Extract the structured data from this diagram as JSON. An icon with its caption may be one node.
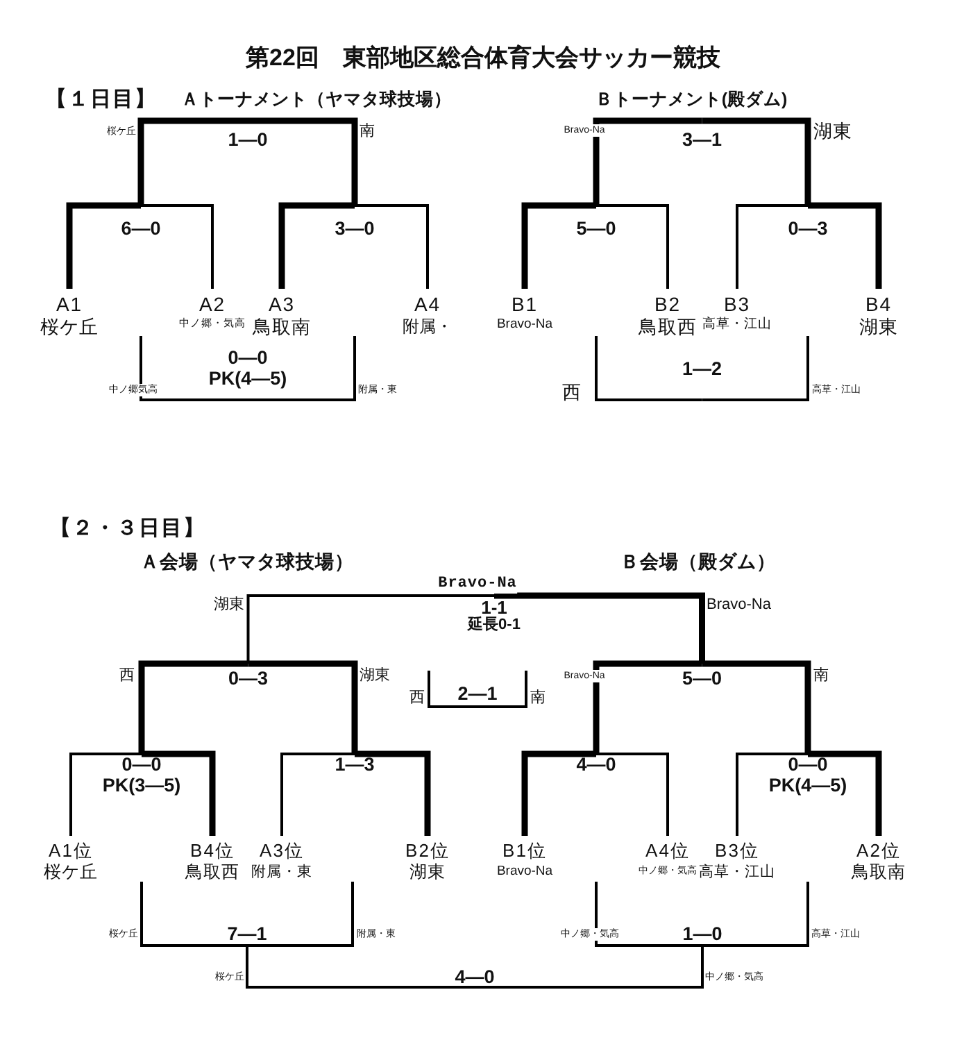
{
  "diagram": {
    "title": "第22回　東部地区総合体育大会サッカー競技",
    "nodes": [
      {
        "text": [
          "1—0"
        ]
      },
      {
        "text": [
          "6—0"
        ]
      },
      {
        "text": [
          "3—0"
        ]
      },
      {
        "text": [
          "A1",
          "桜ケ丘"
        ]
      },
      {
        "text": [
          "A2",
          "中ノ郷・気高"
        ]
      },
      {
        "text": [
          "A3",
          "鳥取南"
        ]
      },
      {
        "text": [
          "A4",
          "附属・"
        ]
      },
      {
        "text": [
          "0—0",
          "PK(4—5)"
        ]
      },
      {
        "text": [
          "3—1"
        ]
      },
      {
        "text": [
          "5—0"
        ]
      },
      {
        "text": [
          "0—3"
        ]
      },
      {
        "text": [
          "B1",
          "Bravo-Na"
        ]
      },
      {
        "text": [
          "B2",
          "鳥取西"
        ]
      },
      {
        "text": [
          "B3",
          "高草・江山"
        ]
      },
      {
        "text": [
          "B4",
          "湖東"
        ]
      },
      {
        "text": [
          "1—2"
        ]
      },
      {
        "text": [
          "1-1",
          "延長0-1"
        ]
      },
      {
        "text": [
          "0—3"
        ]
      },
      {
        "text": [
          "2—1"
        ]
      },
      {
        "text": [
          "5—0"
        ]
      },
      {
        "text": [
          "0—0",
          "PK(3—5)"
        ]
      },
      {
        "text": [
          "1—3"
        ]
      },
      {
        "text": [
          "4—0"
        ]
      },
      {
        "text": [
          "0—0",
          "PK(4—5)"
        ]
      },
      {
        "text": [
          "A1位",
          "桜ケ丘"
        ]
      },
      {
        "text": [
          "B4位",
          "鳥取西"
        ]
      },
      {
        "text": [
          "A3位",
          "附属・東"
        ]
      },
      {
        "text": [
          "B2位",
          "湖東"
        ]
      },
      {
        "text": [
          "B1位",
          "Bravo-Na"
        ]
      },
      {
        "text": [
          "A4位",
          "中ノ郷・気高"
        ]
      },
      {
        "text": [
          "B3位",
          "高草・江山"
        ]
      },
      {
        "text": [
          "A2位",
          "鳥取南"
        ]
      },
      {
        "text": [
          "7—1"
        ]
      },
      {
        "text": [
          "1—0"
        ]
      },
      {
        "text": [
          "4—0"
        ]
      }
    ],
    "edges": [
      {
        "from": 3,
        "to": 1,
        "arrow": "none",
        "style": "thick"
      },
      {
        "from": 4,
        "to": 1,
        "arrow": "none"
      },
      {
        "from": 5,
        "to": 2,
        "arrow": "none",
        "style": "thick"
      },
      {
        "from": 6,
        "to": 2,
        "arrow": "none"
      },
      {
        "from": 1,
        "to": 0,
        "arrow": "none",
        "style": "thick"
      },
      {
        "from": 2,
        "to": 0,
        "arrow": "none",
        "style": "thick"
      },
      {
        "from": null,
        "to": 7,
        "arrow": "none"
      },
      {
        "from": null,
        "to": 7,
        "arrow": "none"
      },
      {
        "from": 11,
        "to": 9,
        "arrow": "none",
        "style": "thick"
      },
      {
        "from": 12,
        "to": 9,
        "arrow": "none"
      },
      {
        "from": 13,
        "to": 10,
        "arrow": "none"
      },
      {
        "from": 14,
        "to": 10,
        "arrow": "none",
        "style": "thick"
      },
      {
        "from": 9,
        "to": 8,
        "arrow": "none",
        "style": "thick"
      },
      {
        "from": 10,
        "to": 8,
        "arrow": "none",
        "style": "thick"
      },
      {
        "from": null,
        "to": 15,
        "arrow": "none"
      },
      {
        "from": null,
        "to": 15,
        "arrow": "none"
      },
      {
        "from": 24,
        "to": 20,
        "arrow": "none"
      },
      {
        "from": 25,
        "to": 20,
        "arrow": "none",
        "style": "thick"
      },
      {
        "from": 26,
        "to": 21,
        "arrow": "none"
      },
      {
        "from": 27,
        "to": 21,
        "arrow": "none",
        "style": "thick"
      },
      {
        "from": 28,
        "to": 22,
        "arrow": "none",
        "style": "thick"
      },
      {
        "from": 29,
        "to": 22,
        "arrow": "none"
      },
      {
        "from": 30,
        "to": 23,
        "arrow": "none"
      },
      {
        "from": 31,
        "to": 23,
        "arrow": "none",
        "style": "thick"
      },
      {
        "from": 20,
        "to": 17,
        "arrow": "none",
        "style": "thick"
      },
      {
        "from": 21,
        "to": 17,
        "arrow": "none",
        "style": "thick"
      },
      {
        "from": 22,
        "to": 19,
        "arrow": "none",
        "style": "thick"
      },
      {
        "from": 23,
        "to": 19,
        "arrow": "none",
        "style": "thick"
      },
      {
        "from": 17,
        "to": 16,
        "arrow": "none"
      },
      {
        "from": 19,
        "to": 16,
        "arrow": "none",
        "style": "thick"
      },
      {
        "from": null,
        "to": 18,
        "arrow": "none"
      },
      {
        "from": null,
        "to": 18,
        "arrow": "none"
      },
      {
        "from": null,
        "to": 32,
        "arrow": "none"
      },
      {
        "from": null,
        "to": 32,
        "arrow": "none"
      },
      {
        "from": null,
        "to": 33,
        "arrow": "none"
      },
      {
        "from": null,
        "to": 33,
        "arrow": "none"
      },
      {
        "from": 32,
        "to": 34,
        "arrow": "none"
      },
      {
        "from": 33,
        "to": 34,
        "arrow": "none"
      }
    ],
    "labels": [
      "【１日目】",
      "Ａトーナメント（ヤマタ球技場）",
      "Ｂトーナメント(殿ダム)",
      "桜ケ丘",
      "南",
      "Bravo-Na",
      "湖東",
      "中ノ郷気高",
      "附属・東",
      "西",
      "高草・江山",
      "【２・３日目】",
      "Ａ会場（ヤマタ球技場）",
      "Ｂ会場（殿ダム）",
      "Bravo-Na",
      "湖東",
      "Bravo-Na",
      "西",
      "湖東",
      "Bravo-Na",
      "南",
      "西",
      "南",
      "桜ケ丘",
      "附属・東",
      "中ノ郷・気高",
      "高草・江山",
      "桜ケ丘",
      "中ノ郷・気高"
    ]
  }
}
